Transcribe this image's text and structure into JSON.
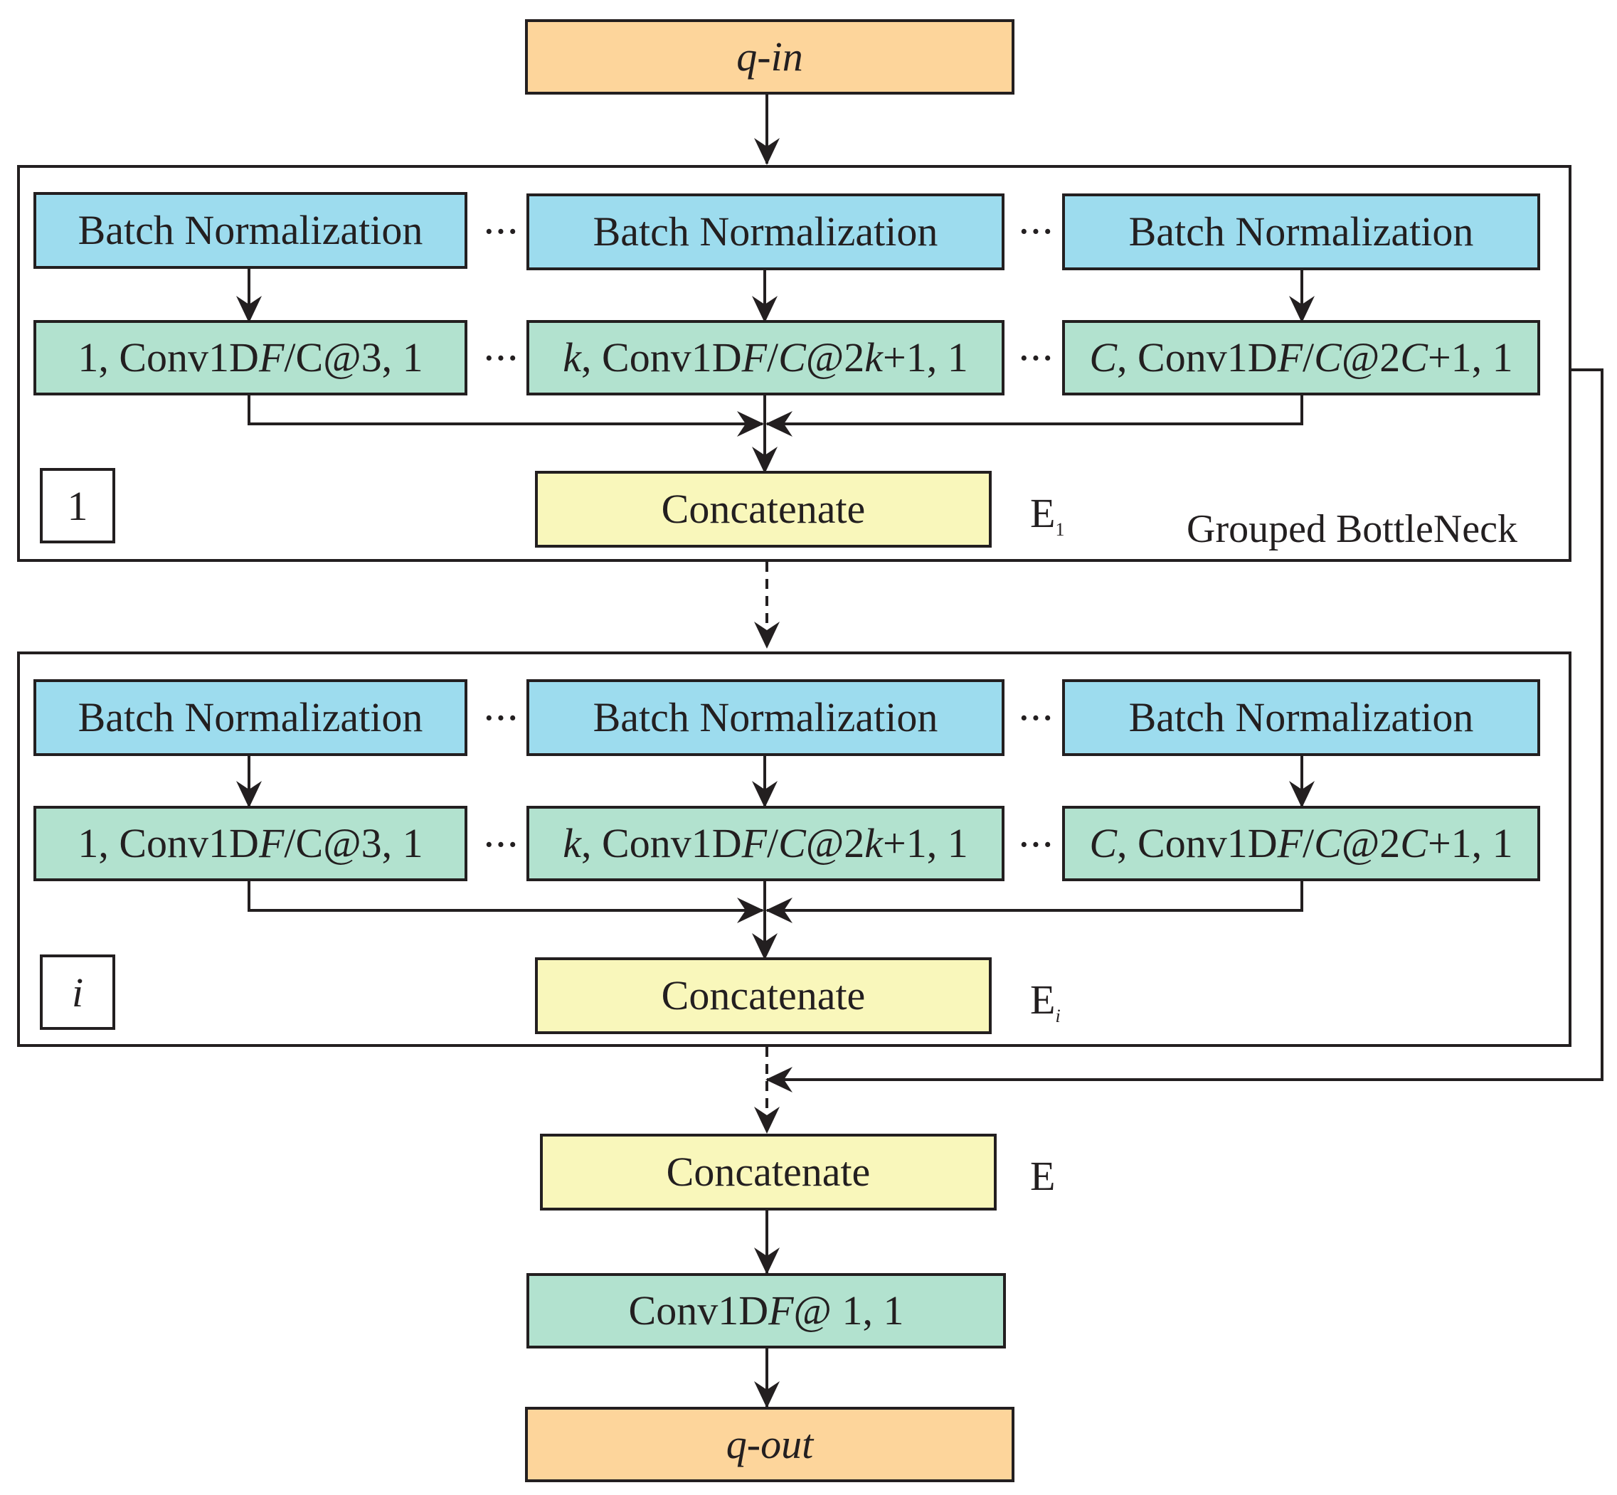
{
  "input": {
    "label": "q-in"
  },
  "output": {
    "label": "q-out"
  },
  "group_label": "Grouped BottleNeck",
  "blocks": [
    {
      "index": "1",
      "branches": [
        {
          "bn": "Batch Normalization",
          "conv": {
            "pre": "1, Conv1D ",
            "F": "F",
            "mid": "/C@3, 1"
          }
        },
        {
          "bn": "Batch Normalization",
          "conv": {
            "k": "k",
            "pre": ", Conv1D ",
            "F": "F",
            "slash": "/",
            "C": "C",
            "mid": "@2",
            "k2": "k",
            "post": "+1, 1"
          }
        },
        {
          "bn": "Batch Normalization",
          "conv": {
            "C": "C",
            "pre": ", Conv1D ",
            "F": "F",
            "slash": "/",
            "C2": "C",
            "mid": "@2",
            "C3": "C",
            "post": "+1, 1"
          }
        }
      ],
      "concat": "Concatenate",
      "e_label": "E",
      "e_sub": "1"
    },
    {
      "index": "i",
      "branches": [
        {
          "bn": "Batch Normalization",
          "conv": {
            "pre": "1, Conv1D ",
            "F": "F",
            "mid": "/C@3, 1"
          }
        },
        {
          "bn": "Batch Normalization",
          "conv": {
            "k": "k",
            "pre": ", Conv1D ",
            "F": "F",
            "slash": "/",
            "C": "C",
            "mid": "@2",
            "k2": "k",
            "post": "+1, 1"
          }
        },
        {
          "bn": "Batch Normalization",
          "conv": {
            "C": "C",
            "pre": ", Conv1D ",
            "F": "F",
            "slash": "/",
            "C2": "C",
            "mid": "@2",
            "C3": "C",
            "post": "+1, 1"
          }
        }
      ],
      "concat": "Concatenate",
      "e_label": "E",
      "e_sub": "i"
    }
  ],
  "ellipsis": "···",
  "final_concat": {
    "label": "Concatenate",
    "e_label": "E"
  },
  "final_conv": {
    "pre": "Conv1D ",
    "F": "F",
    "post": "@ 1, 1"
  },
  "colors": {
    "io": "#fdd59b",
    "batch_norm": "#9ddcee",
    "conv": "#b2e2cf",
    "concat": "#f9f7bb",
    "line": "#231f20"
  }
}
